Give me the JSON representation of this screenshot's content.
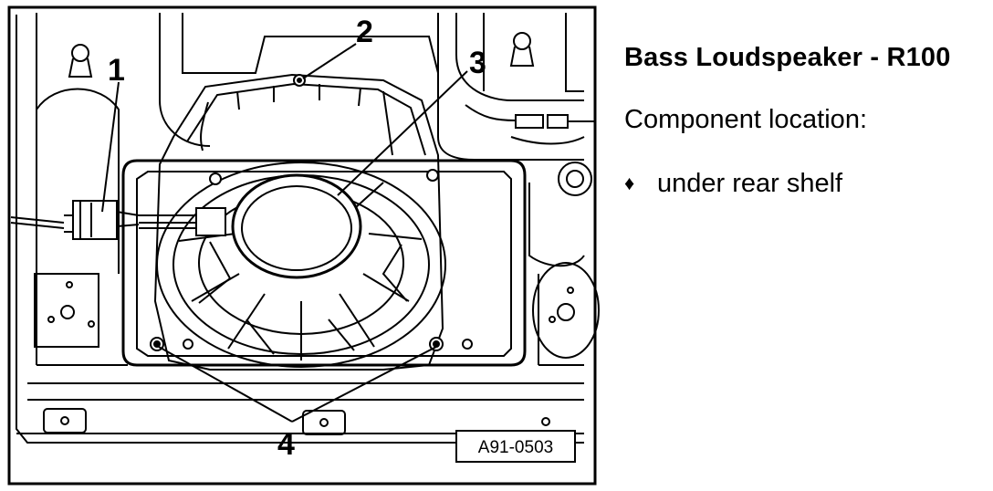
{
  "figure": {
    "callouts": [
      "1",
      "2",
      "3",
      "4"
    ],
    "figure_id": "A91-0503"
  },
  "text": {
    "heading": "Bass Loudspeaker - R100",
    "intro": "Component location:",
    "bullets": [
      {
        "icon": "diamond-bullet-icon",
        "symbol": "♦",
        "label": "under rear shelf"
      }
    ]
  }
}
